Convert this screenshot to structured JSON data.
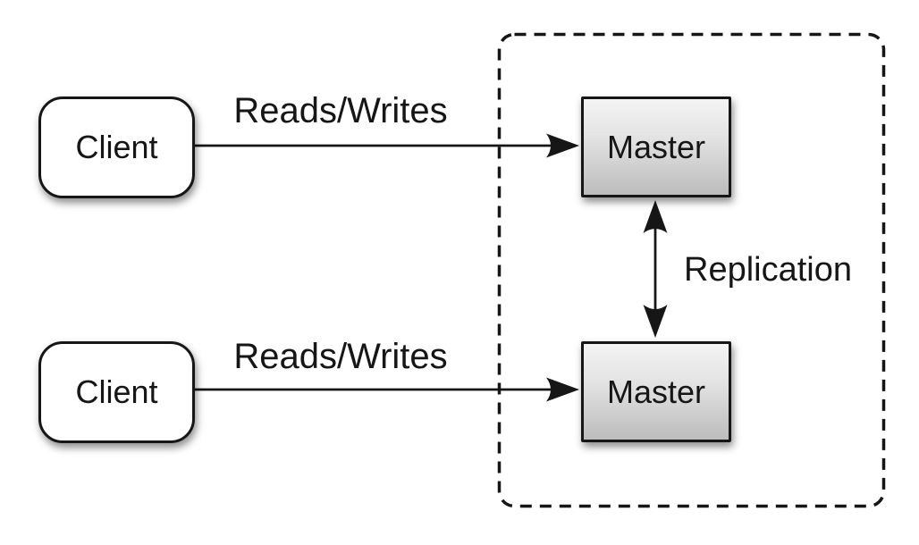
{
  "colors": {
    "background": "#ffffff",
    "stroke": "#161616",
    "master_gradient_top": "#f4f4f4",
    "master_gradient_bottom": "#bcbcbc",
    "client_fill": "#ffffff"
  },
  "nodes": {
    "client_top": {
      "label": "Client"
    },
    "client_bottom": {
      "label": "Client"
    },
    "master_top": {
      "label": "Master"
    },
    "master_bottom": {
      "label": "Master"
    }
  },
  "edges": {
    "top_reads_writes": {
      "label": "Reads/Writes",
      "from": "client_top",
      "to": "master_top",
      "direction": "one-way"
    },
    "bottom_reads_writes": {
      "label": "Reads/Writes",
      "from": "client_bottom",
      "to": "master_bottom",
      "direction": "one-way"
    },
    "replication": {
      "label": "Replication",
      "from": "master_top",
      "to": "master_bottom",
      "direction": "two-way"
    }
  },
  "cluster": {
    "contains": [
      "master_top",
      "master_bottom"
    ],
    "border_style": "dashed"
  }
}
